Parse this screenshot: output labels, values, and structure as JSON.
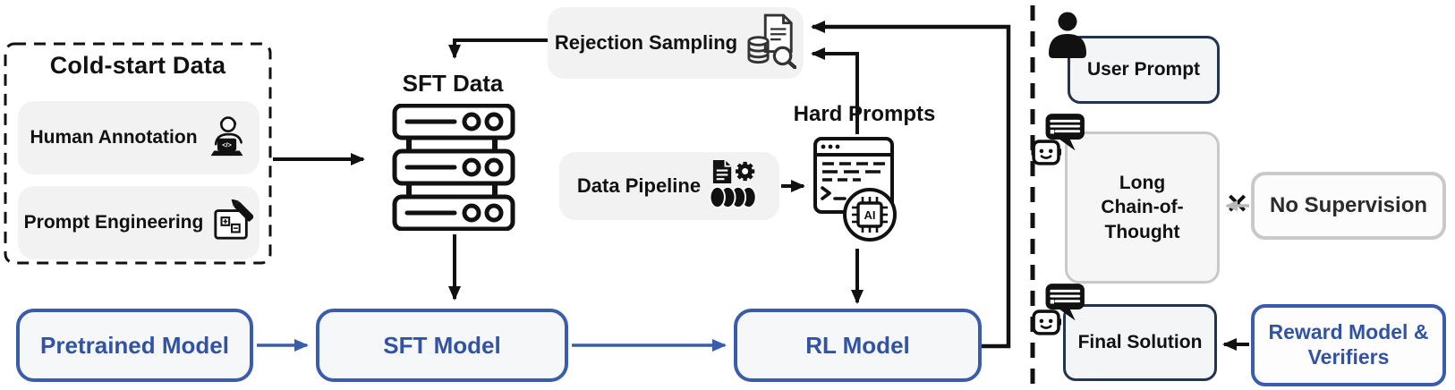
{
  "cold_start": {
    "title": "Cold-start Data",
    "items": [
      {
        "label": "Human Annotation",
        "icon": "human-annotation-icon"
      },
      {
        "label": "Prompt Engineering",
        "icon": "prompt-engineering-icon"
      }
    ]
  },
  "sft_data": {
    "label": "SFT Data",
    "icon": "server-stack-icon"
  },
  "rejection_sampling": {
    "label": "Rejection Sampling",
    "icon": "doc-database-magnifier-icon"
  },
  "data_pipeline": {
    "label": "Data Pipeline",
    "icon": "doc-gear-pipeline-icon"
  },
  "hard_prompts": {
    "label": "Hard Prompts",
    "icon": "code-window-ai-chip-icon"
  },
  "models": [
    {
      "label": "Pretrained Model"
    },
    {
      "label": "SFT Model"
    },
    {
      "label": "RL Model"
    }
  ],
  "right": {
    "user_prompt_label": "User Prompt",
    "user_icon": "user-person-icon",
    "long_cot_label": "Long Chain-of-Thought",
    "chatbot_icon": "chatbot-speech-icon",
    "no_supervision_label": "No Supervision",
    "final_solution_label": "Final Solution",
    "reward_label": "Reward Model & Verifiers",
    "cross_mark": "✕"
  },
  "colors": {
    "blue_border": "#3a5cad",
    "blue_text": "#3253a4",
    "navy_border": "#22344f",
    "gray_border": "#c9c9c9",
    "pill_fill": "#f2f2f2",
    "model_fill": "#f6f7f9",
    "line_black": "#111111"
  }
}
